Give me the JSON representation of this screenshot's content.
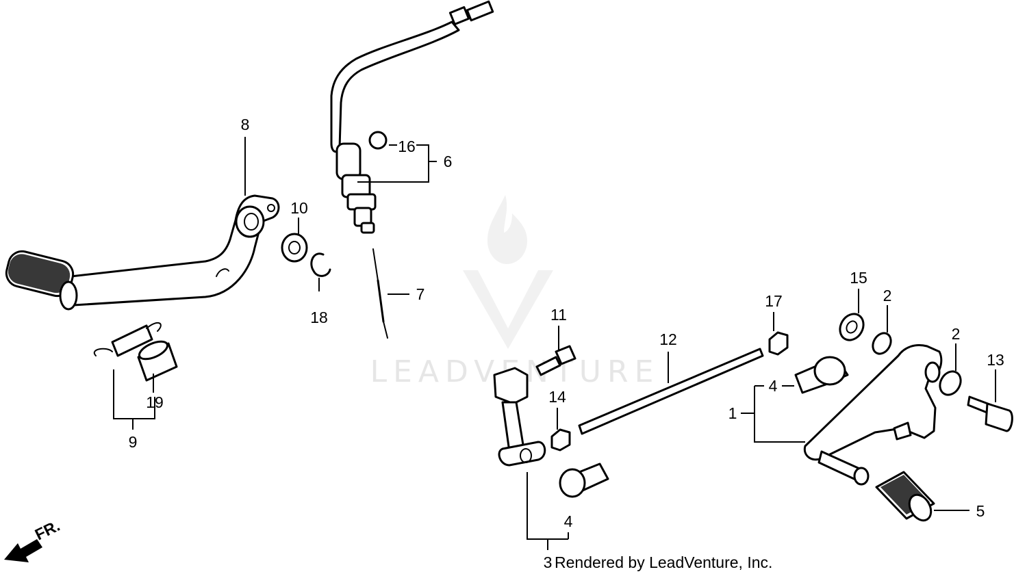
{
  "watermark": {
    "text": "LEADVENTURE"
  },
  "credit": {
    "text": "Rendered by LeadVenture, Inc."
  },
  "direction": {
    "label": "FR."
  },
  "callouts": {
    "c1": "1",
    "c2a": "2",
    "c2b": "2",
    "c3": "3",
    "c4a": "4",
    "c4b": "4",
    "c5": "5",
    "c6": "6",
    "c7": "7",
    "c8": "8",
    "c9": "9",
    "c10": "10",
    "c11": "11",
    "c12": "12",
    "c13": "13",
    "c14": "14",
    "c15": "15",
    "c16": "16",
    "c17": "17",
    "c18": "18",
    "c19": "19"
  }
}
